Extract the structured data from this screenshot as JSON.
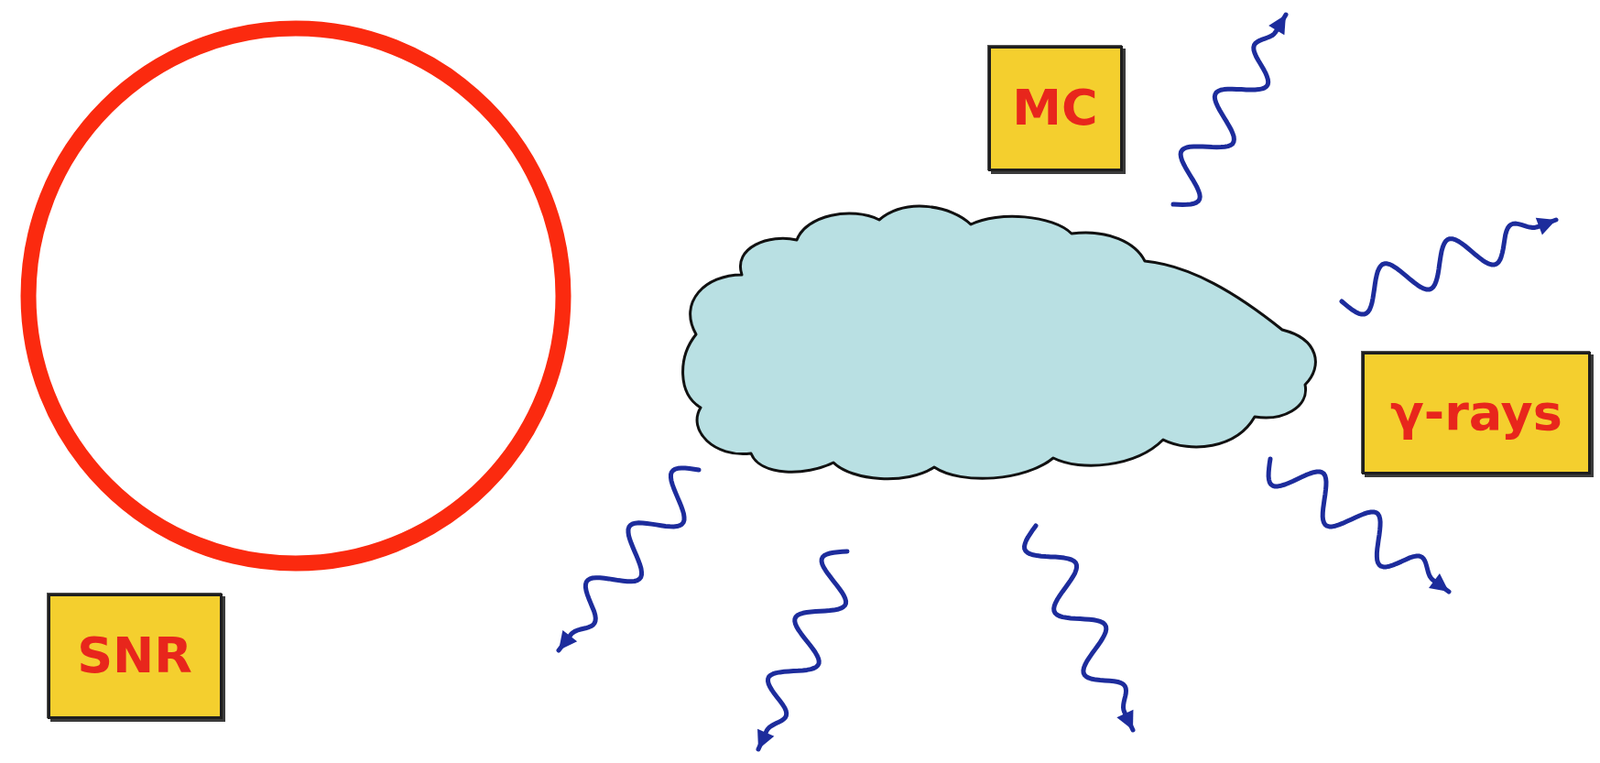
{
  "diagram": {
    "nodes": [
      {
        "text": [
          "MC"
        ]
      },
      {
        "text": [
          "γ-rays"
        ]
      },
      {
        "text": [
          "SNR"
        ]
      }
    ]
  }
}
